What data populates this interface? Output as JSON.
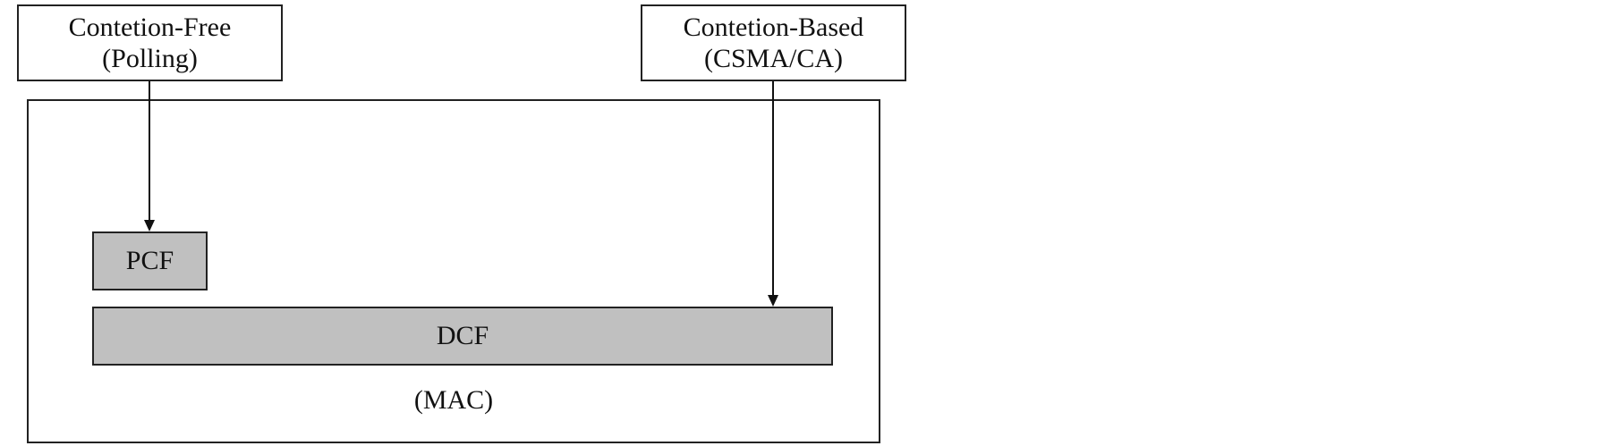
{
  "diagram": {
    "top_left_box": {
      "line1": "Contetion-Free",
      "line2": "(Polling)"
    },
    "top_right_box": {
      "line1": "Contetion-Based",
      "line2": "(CSMA/CA)"
    },
    "pcf_label": "PCF",
    "dcf_label": "DCF",
    "mac_label": "(MAC)"
  }
}
